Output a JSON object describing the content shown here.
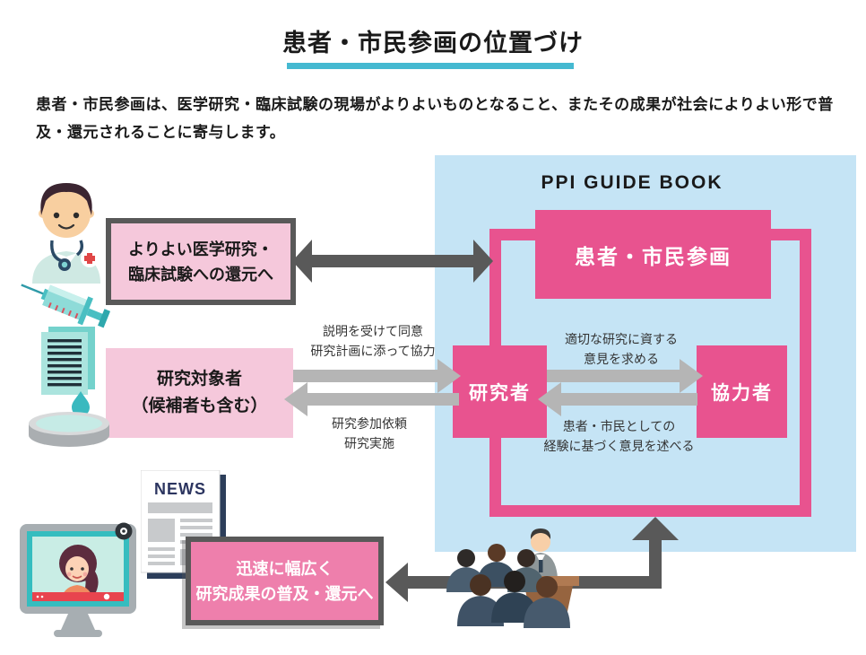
{
  "title": "患者・市民参画の位置づけ",
  "intro": "患者・市民参画は、医学研究・臨床試験の現場がよりよいものとなること、またその成果が社会によりよい形で普及・還元されることに寄与します。",
  "panel": {
    "heading": "PPI GUIDE BOOK"
  },
  "boxes": {
    "ppi": {
      "label": "患者・市民参画"
    },
    "researcher": {
      "label": "研究者"
    },
    "collaborator": {
      "label": "協力者"
    },
    "feedback": {
      "line1": "よりよい医学研究・",
      "line2": "臨床試験への還元へ"
    },
    "subjects": {
      "line1": "研究対象者",
      "line2": "（候補者も含む）"
    },
    "dissemination": {
      "line1": "迅速に幅広く",
      "line2": "研究成果の普及・還元へ"
    }
  },
  "arrow_labels": {
    "consent": {
      "line1": "説明を受けて同意",
      "line2": "研究計画に添って協力"
    },
    "request": {
      "line1": "研究参加依頼",
      "line2": "研究実施"
    },
    "seek_opinion": {
      "line1": "適切な研究に資する",
      "line2": "意見を求める"
    },
    "give_opinion": {
      "line1": "患者・市民としての",
      "line2": "経験に基づく意見を述べる"
    }
  },
  "illustrations": {
    "news_label": "NEWS"
  },
  "colors": {
    "accent_pink": "#e8538f",
    "light_pink": "#f5c8db",
    "medium_pink": "#ee7fac",
    "panel_blue": "#c5e4f5",
    "underline_cyan": "#45b9d1",
    "arrow_dark_gray": "#595959",
    "arrow_light_gray": "#b5b5b5"
  }
}
